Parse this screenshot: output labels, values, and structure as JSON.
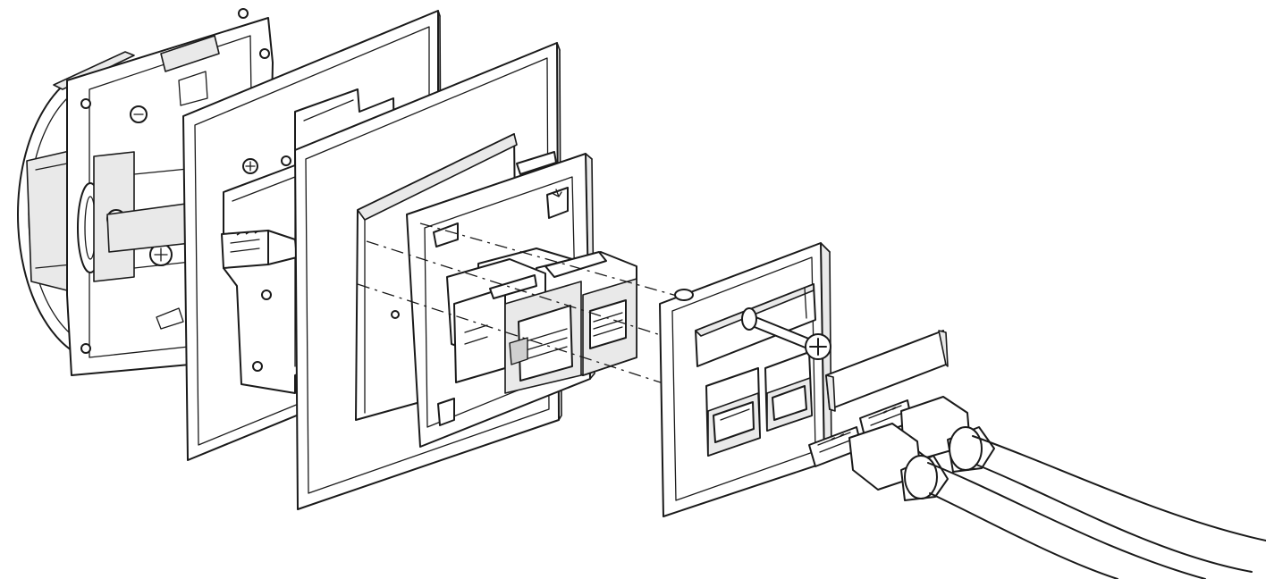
{
  "figure": {
    "kind": "exploded-assembly",
    "components": [
      "mounting-box",
      "support-frame",
      "outer-frame",
      "inner-frame",
      "keystone-module",
      "cover-plate",
      "cover-screw",
      "label-strip",
      "usb-plug",
      "usb-plug"
    ],
    "colors": {
      "line": "#1a1a1a",
      "fill": "#ffffff",
      "shade": "#e9e9e9"
    }
  }
}
